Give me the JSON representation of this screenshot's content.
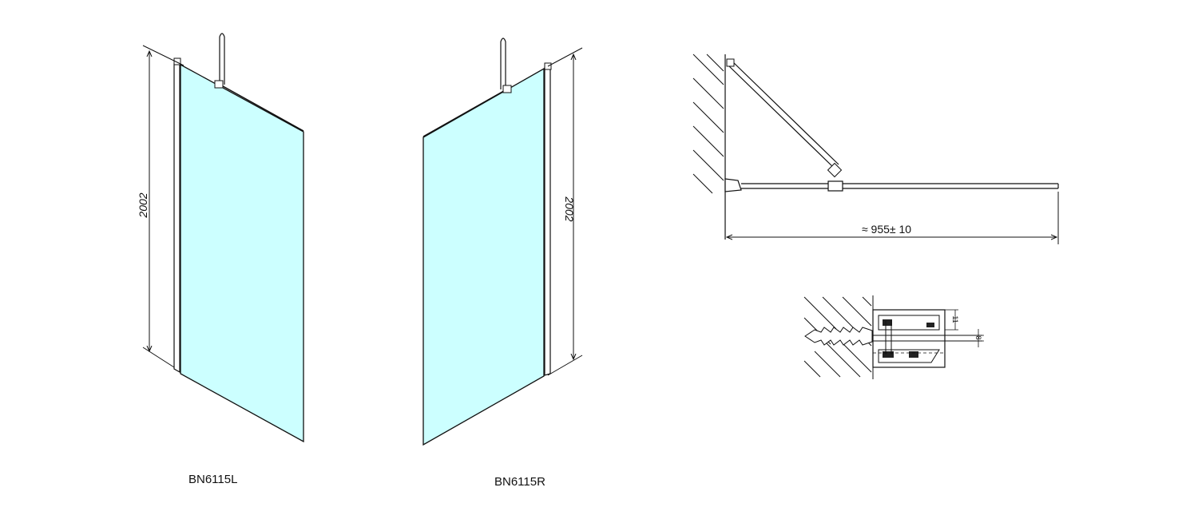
{
  "labels": {
    "model_left": "BN6115L",
    "model_right": "BN6115R"
  },
  "dimensions": {
    "height_left": "2002",
    "height_right": "2002",
    "width": "≈ 955± 10",
    "detail_top": "11",
    "detail_glass": "8"
  },
  "colors": {
    "glass": "#ccffff",
    "line": "#111111"
  }
}
